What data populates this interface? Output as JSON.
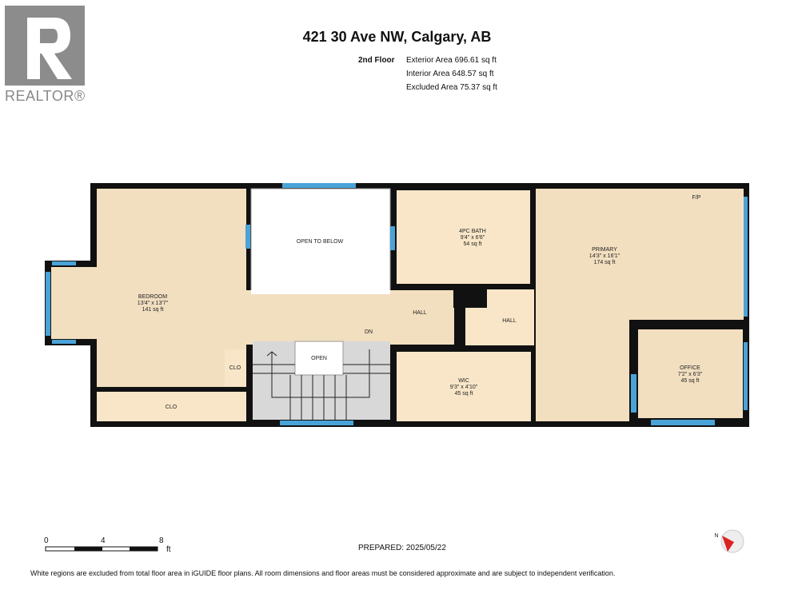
{
  "header": {
    "title": "421 30 Ave NW, Calgary, AB",
    "floor": "2nd Floor",
    "areas": [
      "Exterior Area 696.61 sq ft",
      "Interior Area 648.57 sq ft",
      "Excluded Area 75.37 sq ft"
    ]
  },
  "logo": {
    "text": "REALTOR®",
    "letter": "R"
  },
  "rooms": {
    "bedroom": {
      "name": "BEDROOM",
      "dims": "13'4\" x 13'7\"",
      "area": "141 sq ft"
    },
    "open_to_below": {
      "name": "OPEN TO BELOW"
    },
    "bath": {
      "name": "4PC BATH",
      "dims": "9'4\" x 6'6\"",
      "area": "54 sq ft"
    },
    "primary": {
      "name": "PRIMARY",
      "dims": "14'3\" x 16'1\"",
      "area": "174 sq ft"
    },
    "fp": "F/P",
    "hall1": "HALL",
    "hall2": "HALL",
    "dn": "DN",
    "open": "OPEN",
    "clo1": "CLO",
    "clo2": "CLO",
    "wic": {
      "name": "WIC",
      "dims": "9'3\" x 4'10\"",
      "area": "45 sq ft"
    },
    "office": {
      "name": "OFFICE",
      "dims": "7'2\" x 6'3\"",
      "area": "45 sq ft"
    }
  },
  "scale": {
    "ticks": [
      "0",
      "4",
      "8"
    ],
    "unit": "ft"
  },
  "compass": {
    "label": "N"
  },
  "footer": {
    "prepared": "PREPARED: 2025/05/22",
    "disclaimer": "White regions are excluded from total floor area in iGUIDE floor plans. All room dimensions and floor areas must be considered approximate and are subject to independent verification."
  },
  "colors": {
    "room": "#f2dfc0",
    "wall": "#111111",
    "window": "#4aa3d8",
    "stairs": "#d8d8d8"
  }
}
